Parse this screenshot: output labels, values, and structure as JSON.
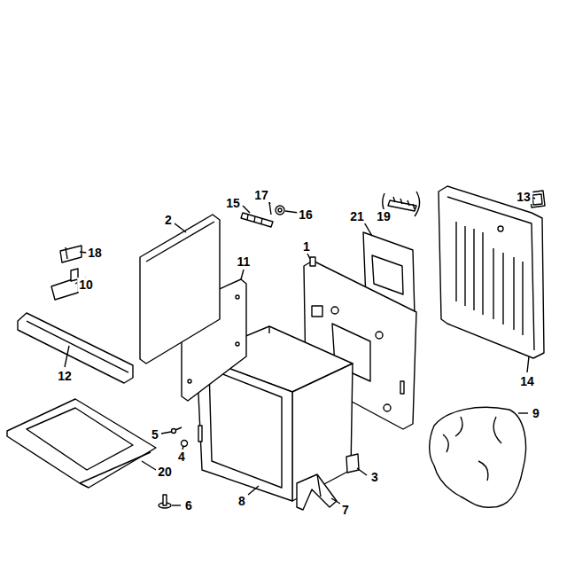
{
  "diagram": {
    "labels": [
      "13",
      "15",
      "17",
      "16",
      "21",
      "19",
      "2",
      "18",
      "1",
      "11",
      "10",
      "12",
      "14",
      "9",
      "5",
      "4",
      "3",
      "20",
      "8",
      "7",
      "6"
    ]
  }
}
